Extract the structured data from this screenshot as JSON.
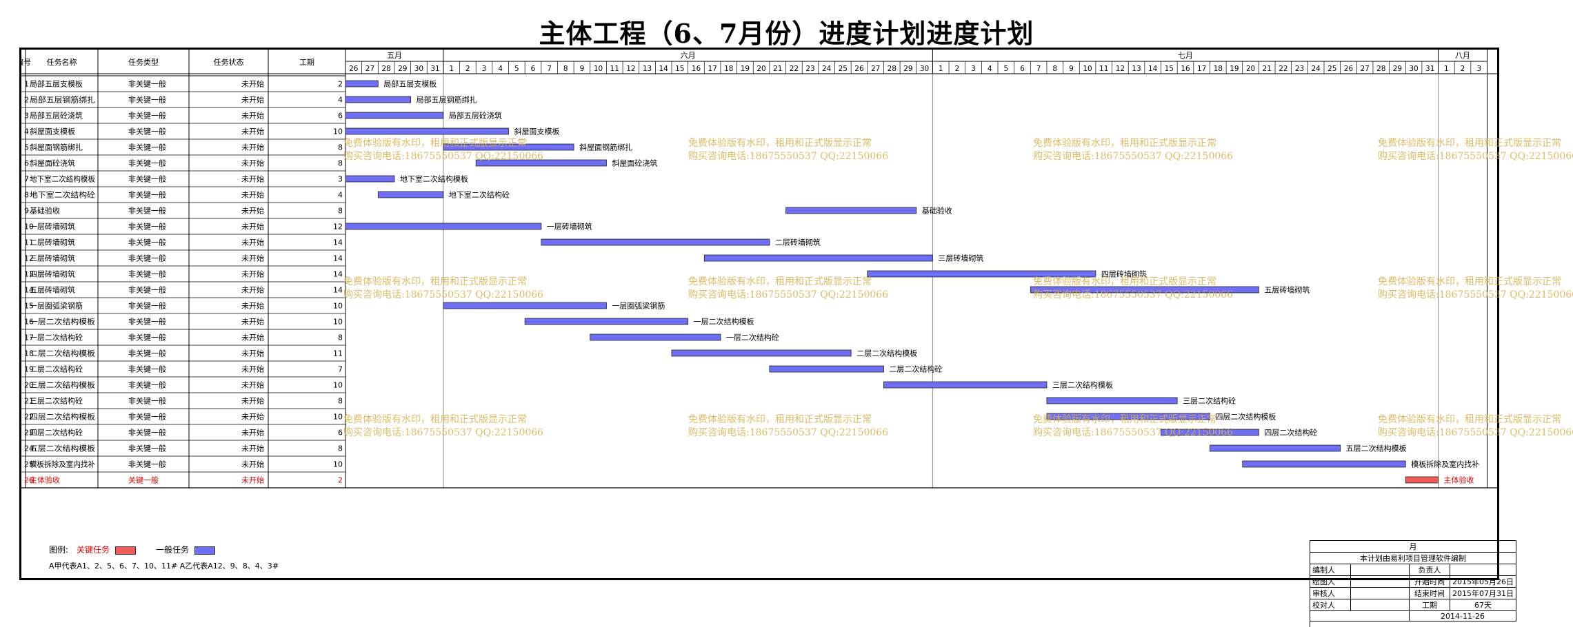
{
  "title": "主体工程（6、7月份）进度计划进度计划",
  "columns": {
    "id": "编号",
    "name": "任务名称",
    "type": "任务类型",
    "status": "任务状态",
    "duration": "工期"
  },
  "months": [
    {
      "label": "五月",
      "start": 0,
      "days": 6
    },
    {
      "label": "六月",
      "start": 6,
      "days": 30
    },
    {
      "label": "七月",
      "start": 36,
      "days": 31
    },
    {
      "label": "八月",
      "start": 67,
      "days": 3
    }
  ],
  "days": [
    "26",
    "27",
    "28",
    "29",
    "30",
    "31",
    "1",
    "2",
    "3",
    "4",
    "5",
    "6",
    "7",
    "8",
    "9",
    "10",
    "11",
    "12",
    "13",
    "14",
    "15",
    "16",
    "17",
    "18",
    "19",
    "20",
    "21",
    "22",
    "23",
    "24",
    "25",
    "26",
    "27",
    "28",
    "29",
    "30",
    "1",
    "2",
    "3",
    "4",
    "5",
    "6",
    "7",
    "8",
    "9",
    "10",
    "11",
    "12",
    "13",
    "14",
    "15",
    "16",
    "17",
    "18",
    "19",
    "20",
    "21",
    "22",
    "23",
    "24",
    "25",
    "26",
    "27",
    "28",
    "29",
    "30",
    "31",
    "1",
    "2",
    "3"
  ],
  "colors": {
    "normal_bar": "#6f6ff5",
    "critical_bar": "#f05a5a",
    "critical_text": "#e00000",
    "grid": "#888888",
    "watermark": "#d8b04a"
  },
  "chart_data": {
    "type": "gantt",
    "title": "主体工程（6、7月份）进度计划进度计划",
    "x_unit": "day",
    "x_axis_start": "2015-05-26",
    "x_axis_end": "2015-08-03",
    "tasks": [
      {
        "id": "1",
        "name": "局部五层支模板",
        "type": "非关键一般",
        "status": "未开始",
        "duration": 2,
        "start": "2015-05-26",
        "end": "2015-05-27",
        "critical": false
      },
      {
        "id": "2",
        "name": "局部五层钢筋绑扎",
        "type": "非关键一般",
        "status": "未开始",
        "duration": 4,
        "start": "2015-05-26",
        "end": "2015-05-29",
        "critical": false
      },
      {
        "id": "3",
        "name": "局部五层砼浇筑",
        "type": "非关键一般",
        "status": "未开始",
        "duration": 6,
        "start": "2015-05-26",
        "end": "2015-05-31",
        "critical": false
      },
      {
        "id": "4",
        "name": "斜屋面支模板",
        "type": "非关键一般",
        "status": "未开始",
        "duration": 10,
        "start": "2015-05-26",
        "end": "2015-06-04",
        "critical": false
      },
      {
        "id": "5",
        "name": "斜屋面钢筋绑扎",
        "type": "非关键一般",
        "status": "未开始",
        "duration": 8,
        "start": "2015-06-01",
        "end": "2015-06-08",
        "critical": false
      },
      {
        "id": "6",
        "name": "斜屋面砼浇筑",
        "type": "非关键一般",
        "status": "未开始",
        "duration": 8,
        "start": "2015-06-03",
        "end": "2015-06-10",
        "critical": false
      },
      {
        "id": "7",
        "name": "地下室二次结构模板",
        "type": "非关键一般",
        "status": "未开始",
        "duration": 3,
        "start": "2015-05-26",
        "end": "2015-05-28",
        "critical": false
      },
      {
        "id": "8",
        "name": "地下室二次结构砼",
        "type": "非关键一般",
        "status": "未开始",
        "duration": 4,
        "start": "2015-05-28",
        "end": "2015-05-31",
        "critical": false
      },
      {
        "id": "9",
        "name": "基础验收",
        "type": "非关键一般",
        "status": "未开始",
        "duration": 8,
        "start": "2015-06-22",
        "end": "2015-06-29",
        "critical": false
      },
      {
        "id": "10",
        "name": "一层砖墙砌筑",
        "type": "非关键一般",
        "status": "未开始",
        "duration": 12,
        "start": "2015-05-26",
        "end": "2015-06-06",
        "critical": false
      },
      {
        "id": "11",
        "name": "二层砖墙砌筑",
        "type": "非关键一般",
        "status": "未开始",
        "duration": 14,
        "start": "2015-06-07",
        "end": "2015-06-20",
        "critical": false
      },
      {
        "id": "12",
        "name": "三层砖墙砌筑",
        "type": "非关键一般",
        "status": "未开始",
        "duration": 14,
        "start": "2015-06-17",
        "end": "2015-06-30",
        "critical": false
      },
      {
        "id": "13",
        "name": "四层砖墙砌筑",
        "type": "非关键一般",
        "status": "未开始",
        "duration": 14,
        "start": "2015-06-27",
        "end": "2015-07-10",
        "critical": false
      },
      {
        "id": "14",
        "name": "五层砖墙砌筑",
        "type": "非关键一般",
        "status": "未开始",
        "duration": 14,
        "start": "2015-07-07",
        "end": "2015-07-20",
        "critical": false
      },
      {
        "id": "15",
        "name": "一层圈弧梁钢筋",
        "type": "非关键一般",
        "status": "未开始",
        "duration": 10,
        "start": "2015-06-01",
        "end": "2015-06-10",
        "critical": false
      },
      {
        "id": "16",
        "name": "一层二次结构模板",
        "type": "非关键一般",
        "status": "未开始",
        "duration": 10,
        "start": "2015-06-06",
        "end": "2015-06-15",
        "critical": false
      },
      {
        "id": "17",
        "name": "一层二次结构砼",
        "type": "非关键一般",
        "status": "未开始",
        "duration": 8,
        "start": "2015-06-10",
        "end": "2015-06-17",
        "critical": false
      },
      {
        "id": "18",
        "name": "二层二次结构模板",
        "type": "非关键一般",
        "status": "未开始",
        "duration": 11,
        "start": "2015-06-15",
        "end": "2015-06-25",
        "critical": false
      },
      {
        "id": "19",
        "name": "二层二次结构砼",
        "type": "非关键一般",
        "status": "未开始",
        "duration": 7,
        "start": "2015-06-21",
        "end": "2015-06-27",
        "critical": false
      },
      {
        "id": "20",
        "name": "三层二次结构模板",
        "type": "非关键一般",
        "status": "未开始",
        "duration": 10,
        "start": "2015-06-28",
        "end": "2015-07-07",
        "critical": false
      },
      {
        "id": "21",
        "name": "三层二次结构砼",
        "type": "非关键一般",
        "status": "未开始",
        "duration": 8,
        "start": "2015-07-08",
        "end": "2015-07-15",
        "critical": false
      },
      {
        "id": "22",
        "name": "四层二次结构模板",
        "type": "非关键一般",
        "status": "未开始",
        "duration": 10,
        "start": "2015-07-08",
        "end": "2015-07-17",
        "critical": false
      },
      {
        "id": "23",
        "name": "四层二次结构砼",
        "type": "非关键一般",
        "status": "未开始",
        "duration": 6,
        "start": "2015-07-15",
        "end": "2015-07-20",
        "critical": false
      },
      {
        "id": "24",
        "name": "五层二次结构模板",
        "type": "非关键一般",
        "status": "未开始",
        "duration": 8,
        "start": "2015-07-18",
        "end": "2015-07-25",
        "critical": false
      },
      {
        "id": "25",
        "name": "模板拆除及室内找补",
        "type": "非关键一般",
        "status": "未开始",
        "duration": 10,
        "start": "2015-07-20",
        "end": "2015-07-29",
        "critical": false
      },
      {
        "id": "26",
        "name": "主体验收",
        "type": "关键一般",
        "status": "未开始",
        "duration": 2,
        "start": "2015-07-30",
        "end": "2015-07-31",
        "critical": true
      }
    ]
  },
  "legend": {
    "label": "图例:",
    "critical": "关键任务",
    "normal": "一般任务"
  },
  "codes_note": "A甲代表A1、2、5、6、7、10、11#   A乙代表A12、9、8、4、3#",
  "info_box": {
    "month": "月",
    "compiler_note": "本计划由易利项目管理软件编制",
    "rows": [
      {
        "l1": "编制人",
        "v1": "",
        "l2": "负责人",
        "v2": ""
      },
      {
        "l1": "绘图人",
        "v1": "",
        "l2": "开始时间",
        "v2": "2015年05月26日"
      },
      {
        "l1": "审核人",
        "v1": "",
        "l2": "结束时间",
        "v2": "2015年07月31日"
      },
      {
        "l1": "校对人",
        "v1": "",
        "l2": "工期",
        "v2": "67天"
      }
    ],
    "date": "2014-11-26"
  },
  "watermark": {
    "line1": "免费体验版有水印，租用和正式版显示正常",
    "line2": "购买咨询电话:18675550537 QQ:22150066"
  }
}
